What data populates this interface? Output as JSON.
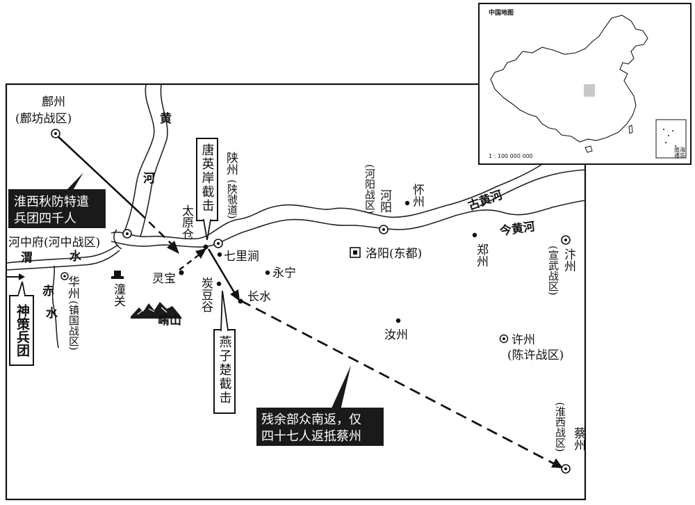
{
  "places": {
    "fuzhou": "鄜州",
    "fuzhou_zone": "(鄜坊战区)",
    "hezhongfu": "河中府(河中战区)",
    "huazhou": "华州",
    "huazhou_zone": "(镇国战区)",
    "tongguan": "潼关",
    "yaoshan": "崤山",
    "lingbao": "灵宝",
    "taiyuancang": "太原仓",
    "shanzhou": "陕州",
    "shanzhou_zone": "(陕虢道)",
    "qiliyuan": "七里涧",
    "yongning": "永宁",
    "tandougu": "炭豆谷",
    "changshui": "长水",
    "heyang": "河阳",
    "heyang_zone": "(河阳战区)",
    "huaizhou": "怀州",
    "luoyang": "洛阳(东都)",
    "zhengzhou": "郑州",
    "bianzhou": "汴州",
    "bianzhou_zone": "(宣武战区)",
    "ruzhou": "汝州",
    "xuzhou": "许州",
    "xuzhou_zone": "(陈许战区)",
    "caizhou": "蔡州",
    "caizhou_zone": "(淮西战区)"
  },
  "rivers": {
    "huang_1": "黄",
    "huang_2": "河",
    "wei_1": "渭",
    "wei_2": "水",
    "chi_1": "赤",
    "chi_2": "水",
    "gu_huanghe": "古黄河",
    "jin_huanghe": "今黄河"
  },
  "callouts": {
    "huaixi_line1": "淮西秋防特遣",
    "huaixi_line2": "兵团四千人",
    "shence": "神策兵团",
    "tang_yingan": "唐英岸截击",
    "yan_zichu": "燕子楚截击",
    "retreat_line1": "残余部众南返，仅",
    "retreat_line2": "四十七人返抵蔡州"
  },
  "inset": {
    "title": "中国地图",
    "scale": "1 : 100 000 000",
    "south_sea_line1": "南海",
    "south_sea_line2": "诸岛"
  },
  "colors": {
    "ink": "#111111",
    "callout_fill": "#1a1a1a",
    "highlight": "#c8c8c8"
  }
}
